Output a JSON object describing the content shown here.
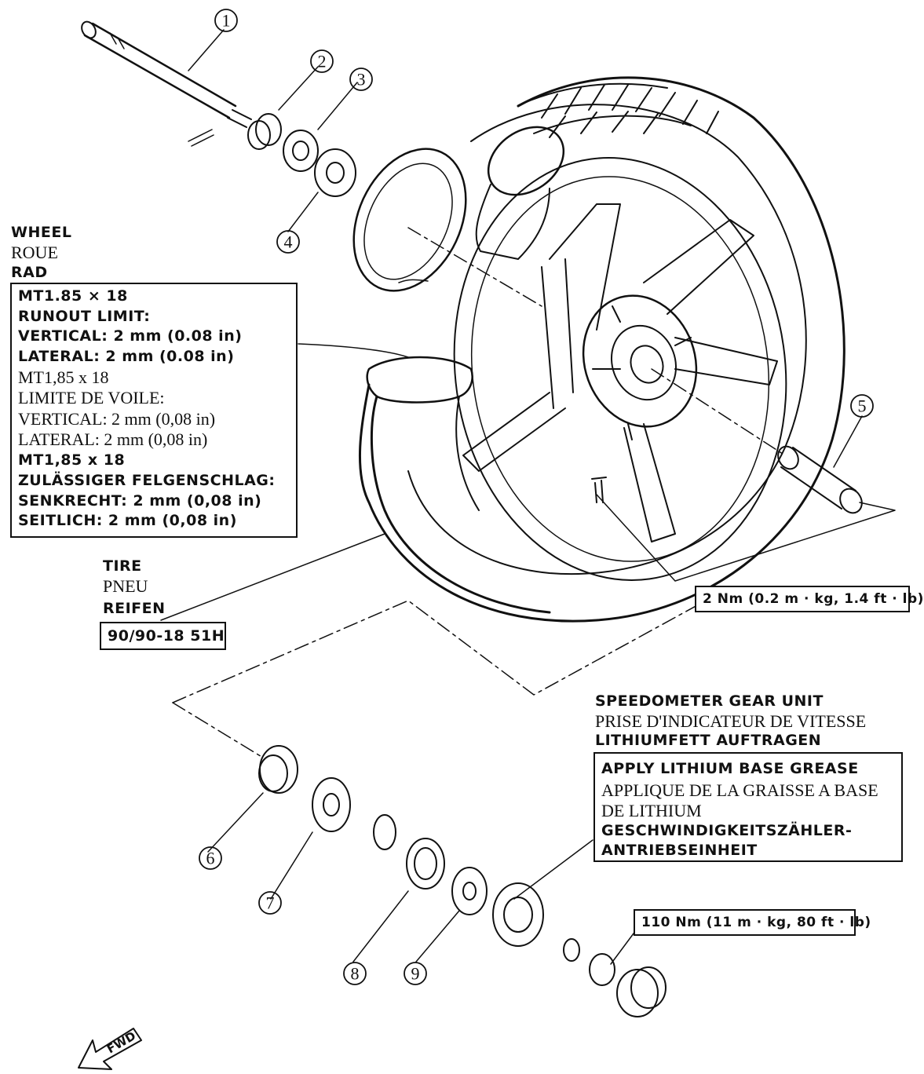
{
  "callouts": [
    "1",
    "2",
    "3",
    "4",
    "5",
    "6",
    "7",
    "8",
    "9"
  ],
  "wheel": {
    "label_en": "WHEEL",
    "label_fr": "ROUE",
    "label_de": "RAD",
    "spec_lines": [
      {
        "text": "MT1.85 × 18",
        "style": "sans"
      },
      {
        "text": "RUNOUT LIMIT:",
        "style": "sans"
      },
      {
        "text": "VERTICAL: 2 mm (0.08 in)",
        "style": "sans"
      },
      {
        "text": "LATERAL: 2 mm (0.08 in)",
        "style": "sans"
      },
      {
        "text": "MT1,85 x 18",
        "style": "serif"
      },
      {
        "text": "LIMITE DE VOILE:",
        "style": "serif"
      },
      {
        "text": "VERTICAL: 2 mm (0,08 in)",
        "style": "serif"
      },
      {
        "text": "LATERAL: 2 mm (0,08 in)",
        "style": "serif"
      },
      {
        "text": "MT1,85 x 18",
        "style": "sans"
      },
      {
        "text": "ZULÄSSIGER FELGENSCHLAG:",
        "style": "sans"
      },
      {
        "text": "SENKRECHT: 2 mm (0,08 in)",
        "style": "sans"
      },
      {
        "text": "SEITLICH: 2 mm (0,08 in)",
        "style": "sans"
      }
    ]
  },
  "tire": {
    "label_en": "TIRE",
    "label_fr": "PNEU",
    "label_de": "REIFEN",
    "size": "90/90-18 51H"
  },
  "valve_torque": "2 Nm (0.2 m · kg, 1.4 ft · lb)",
  "speedometer": {
    "label_en": "SPEEDOMETER GEAR UNIT",
    "label_fr": "PRISE D'INDICATEUR DE VITESSE",
    "label_de": "LITHIUMFETT AUFTRAGEN",
    "grease_lines": [
      {
        "text": "APPLY LITHIUM BASE GREASE",
        "style": "sans"
      },
      {
        "text": "APPLIQUE DE LA GRAISSE A BASE",
        "style": "serif"
      },
      {
        "text": "DE LITHIUM",
        "style": "serif"
      },
      {
        "text": "GESCHWINDIGKEITSZÄHLER-",
        "style": "sans"
      },
      {
        "text": "ANTRIEBSEINHEIT",
        "style": "sans"
      }
    ]
  },
  "axle_nut_torque": "110 Nm (11 m · kg, 80 ft · lb)",
  "fwd_label": "FWD"
}
